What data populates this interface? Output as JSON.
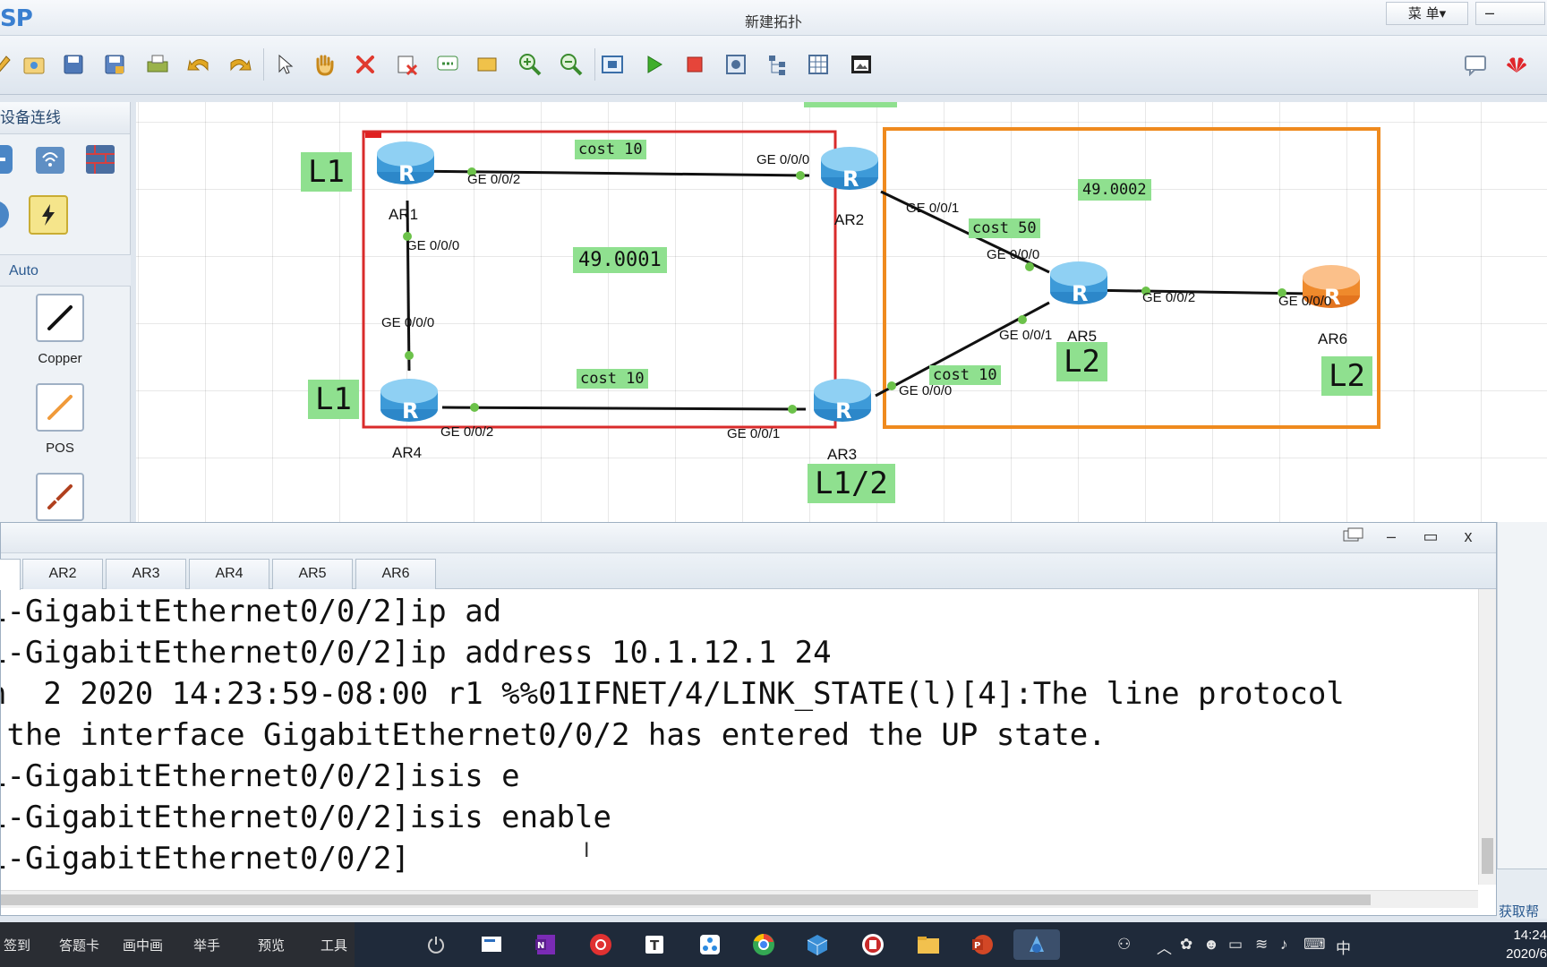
{
  "app": {
    "logo": "SP",
    "window_title": "新建拓扑",
    "menu_label": "菜 单▾",
    "min_label": "–"
  },
  "palette": {
    "title": "设备连线",
    "auto_label": "Auto",
    "cables": [
      "Copper",
      "POS"
    ]
  },
  "topology": {
    "area_labels": [
      {
        "id": "l1-top",
        "text": "L1"
      },
      {
        "id": "l1-bottom",
        "text": "L1"
      },
      {
        "id": "l12",
        "text": "L1/2"
      },
      {
        "id": "l2-ar5",
        "text": "L2"
      },
      {
        "id": "l2-ar6",
        "text": "L2"
      }
    ],
    "costs": [
      {
        "id": "cost-ar1-ar2",
        "text": "cost  10"
      },
      {
        "id": "cost-ar4-ar3",
        "text": "cost  10"
      },
      {
        "id": "cost-ar2-ar5",
        "text": "cost 50"
      },
      {
        "id": "cost-ar3-ar5",
        "text": "cost  10"
      }
    ],
    "areas": [
      {
        "id": "area-49-0001",
        "text": "49.0001"
      },
      {
        "id": "area-49-0002",
        "text": "49.0002"
      }
    ],
    "routers": [
      "AR1",
      "AR2",
      "AR3",
      "AR4",
      "AR5",
      "AR6"
    ],
    "ports": {
      "ar1_g2": "GE 0/0/2",
      "ar1_g0": "GE 0/0/0",
      "ar2_g0": "GE 0/0/0",
      "ar2_g1": "GE 0/0/1",
      "ar4_g0": "GE 0/0/0",
      "ar4_g2": "GE 0/0/2",
      "ar3_g1": "GE 0/0/1",
      "ar3_g0": "GE 0/0/0",
      "ar5_g0": "GE 0/0/0",
      "ar5_g1": "GE 0/0/1",
      "ar5_g2": "GE 0/0/2",
      "ar6_g0": "GE 0/0/0"
    }
  },
  "console": {
    "tabs": [
      "",
      "AR2",
      "AR3",
      "AR4",
      "AR5",
      "AR6"
    ],
    "lines": [
      "1-GigabitEthernet0/0/2]ip ad",
      "1-GigabitEthernet0/0/2]ip address 10.1.12.1 24",
      "n  2 2020 14:23:59-08:00 r1 %%01IFNET/4/LINK_STATE(l)[4]:The line protocol",
      " the interface GigabitEthernet0/0/2 has entered the UP state.",
      "1-GigabitEthernet0/0/2]isis e",
      "1-GigabitEthernet0/0/2]isis enable",
      "1-GigabitEthernet0/0/2]"
    ],
    "side_label": "获取帮"
  },
  "meeting_bar": [
    "签到",
    "答题卡",
    "画中画",
    "举手",
    "预览",
    "工具"
  ],
  "taskbar": {
    "ime": "中",
    "time": "14:24",
    "date": "2020/6"
  }
}
